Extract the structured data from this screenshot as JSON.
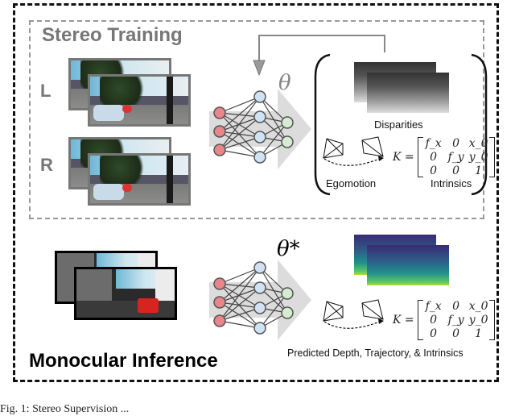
{
  "stereo_training": {
    "title": "Stereo Training",
    "left_label": "L",
    "right_label": "R",
    "theta": "θ",
    "disparities_label": "Disparities",
    "egomotion_label": "Egomotion",
    "intrinsics_label": "Intrinsics",
    "matrix_lhs": "K =",
    "matrix": [
      [
        "f_x",
        "0",
        "x_0"
      ],
      [
        "0",
        "f_y",
        "y_0"
      ],
      [
        "0",
        "0",
        "1"
      ]
    ]
  },
  "monocular_inference": {
    "title": "Monocular Inference",
    "theta": "θ*",
    "output_label": "Predicted Depth, Trajectory, & Intrinsics",
    "matrix_lhs": "K =",
    "matrix": [
      [
        "f_x",
        "0",
        "x_0"
      ],
      [
        "0",
        "f_y",
        "y_0"
      ],
      [
        "0",
        "0",
        "1"
      ]
    ]
  },
  "network": {
    "input_color": "#e8868a",
    "hidden_color": "#cfe3f5",
    "output_color": "#d6ecd2",
    "arrow_color": "#dcdcdc"
  },
  "figure_caption": "Fig. 1:  Stereo Supervision  ..."
}
